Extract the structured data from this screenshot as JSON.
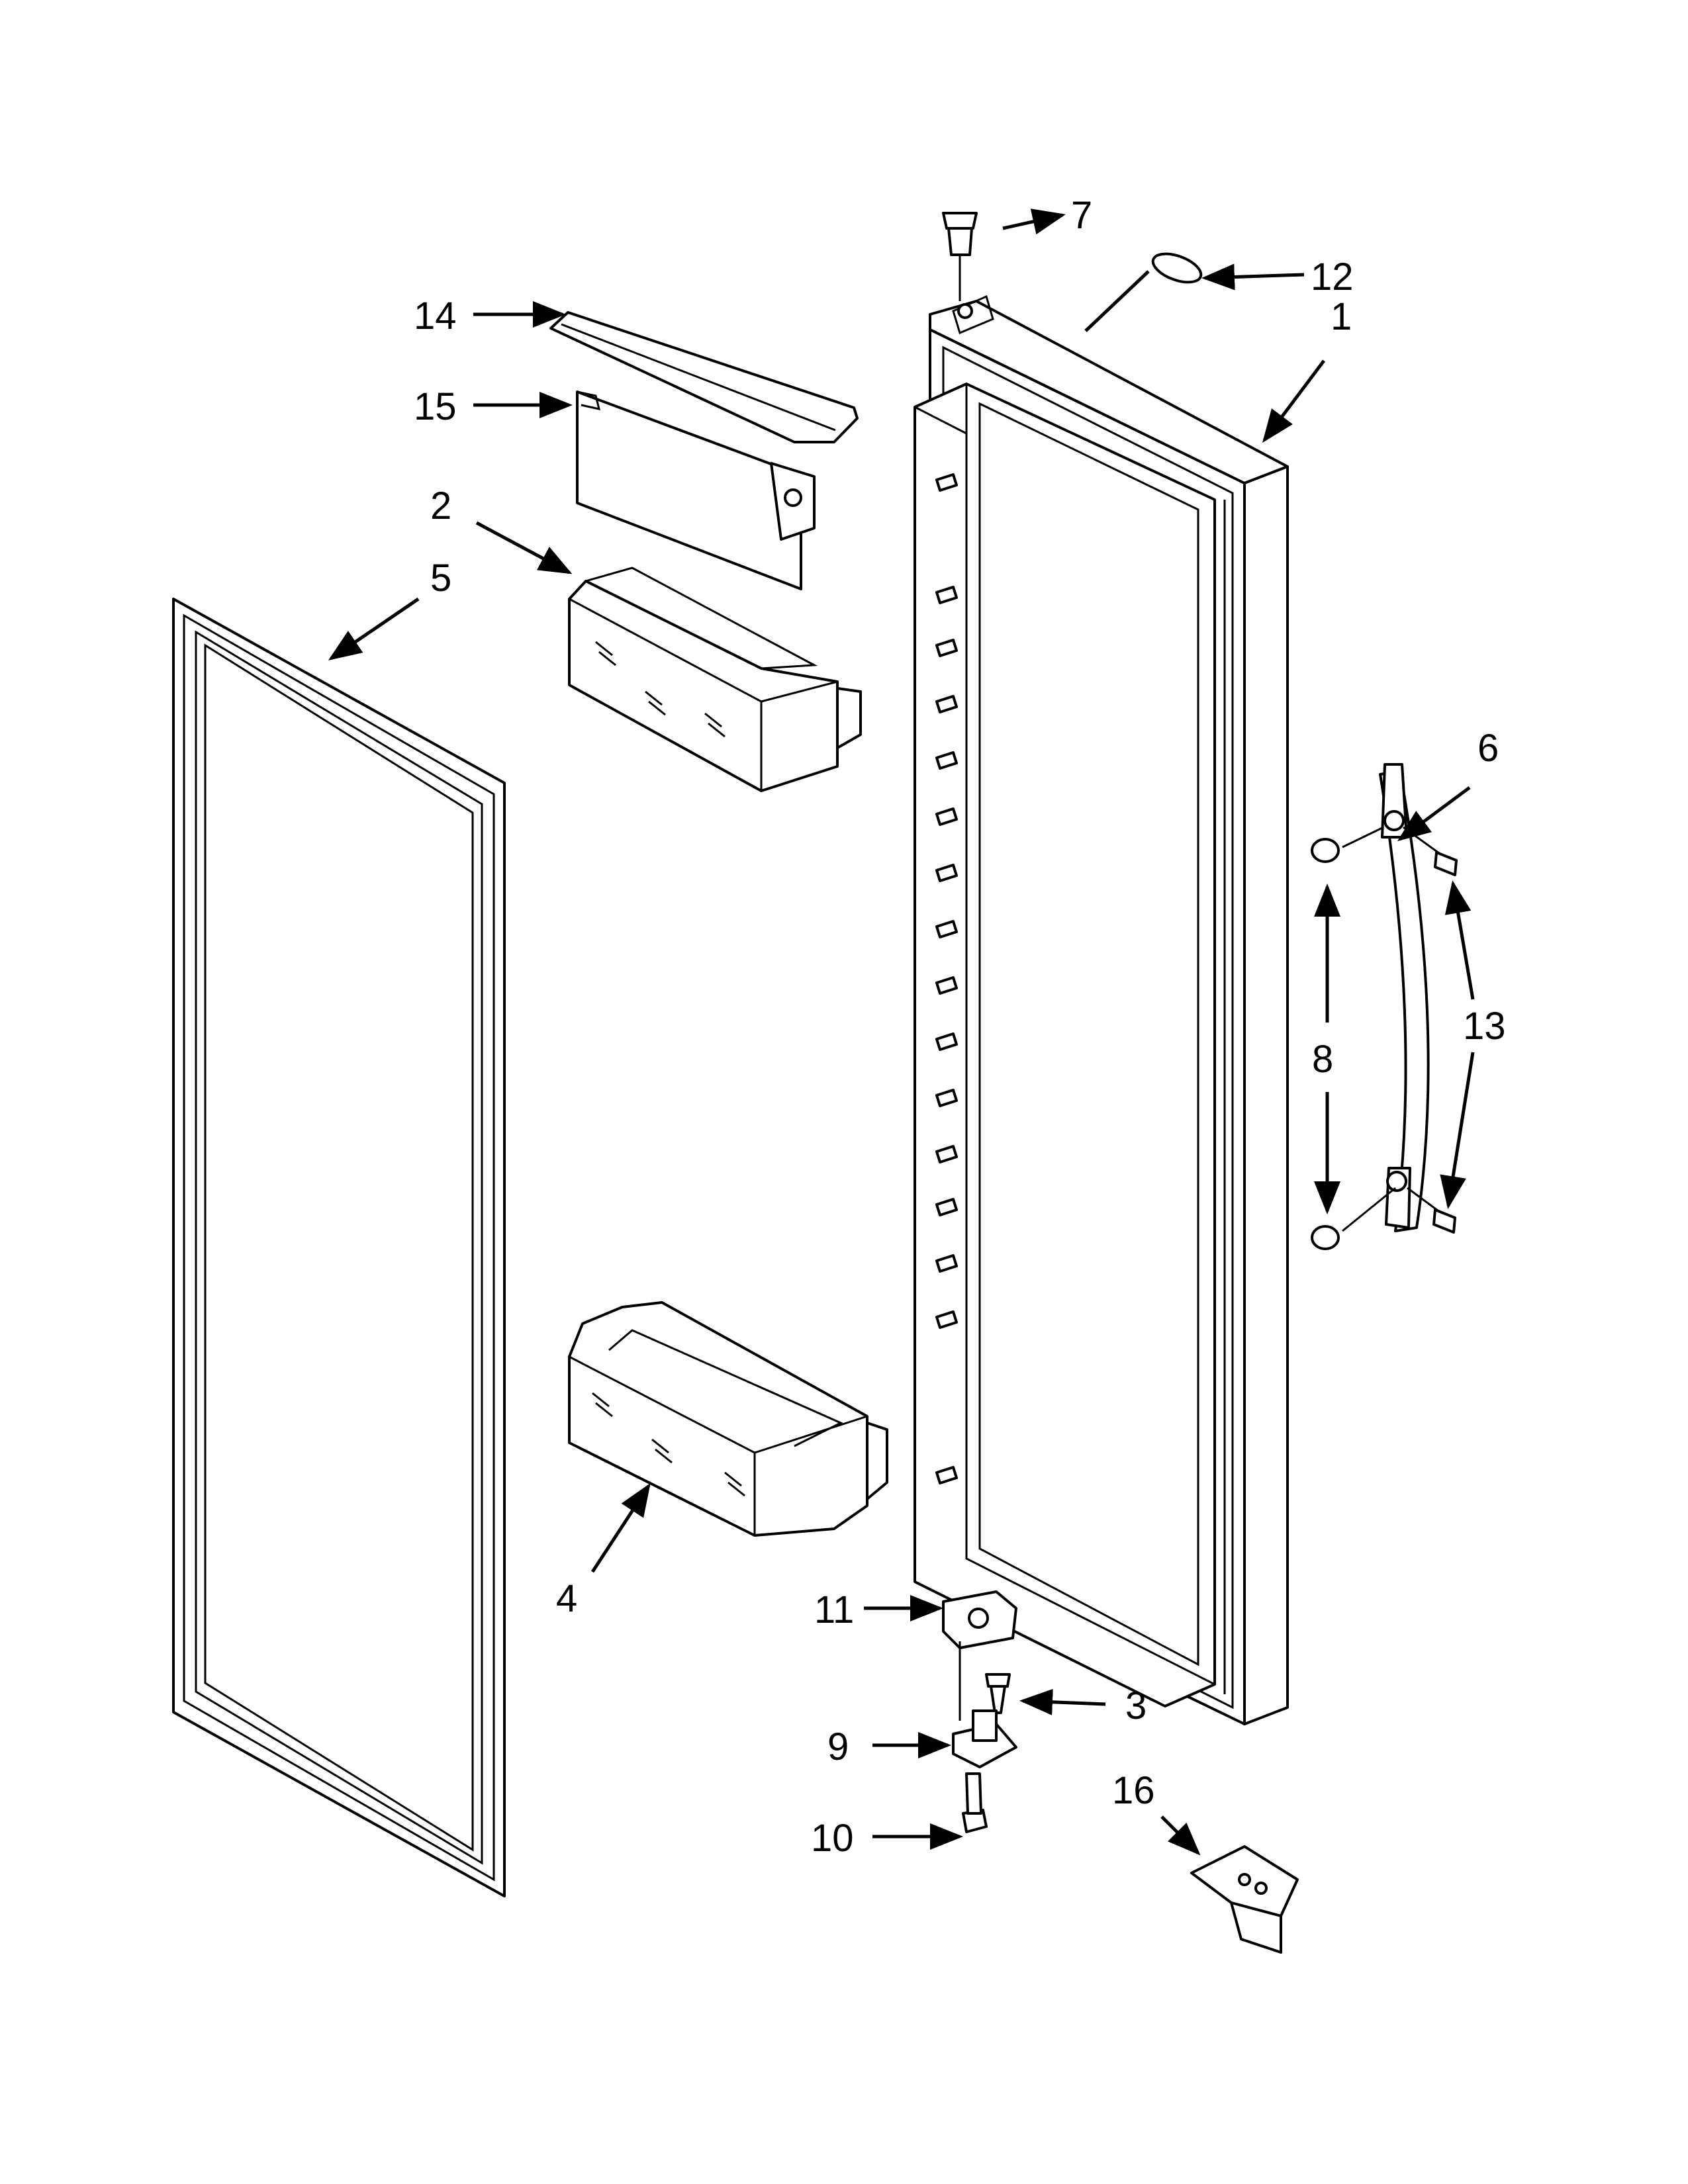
{
  "diagram": {
    "callouts": {
      "c1": "1",
      "c2": "2",
      "c3": "3",
      "c4": "4",
      "c5": "5",
      "c6": "6",
      "c7": "7",
      "c8": "8",
      "c9": "9",
      "c10": "10",
      "c11": "11",
      "c12": "12",
      "c13": "13",
      "c14": "14",
      "c15": "15",
      "c16": "16"
    }
  },
  "icons": {
    "arrow": "arrowhead",
    "bin": "door-bin-icon",
    "gasket": "door-gasket-icon",
    "handle": "door-handle-icon",
    "hinge": "hinge-bracket-icon",
    "screw": "screw-icon"
  }
}
